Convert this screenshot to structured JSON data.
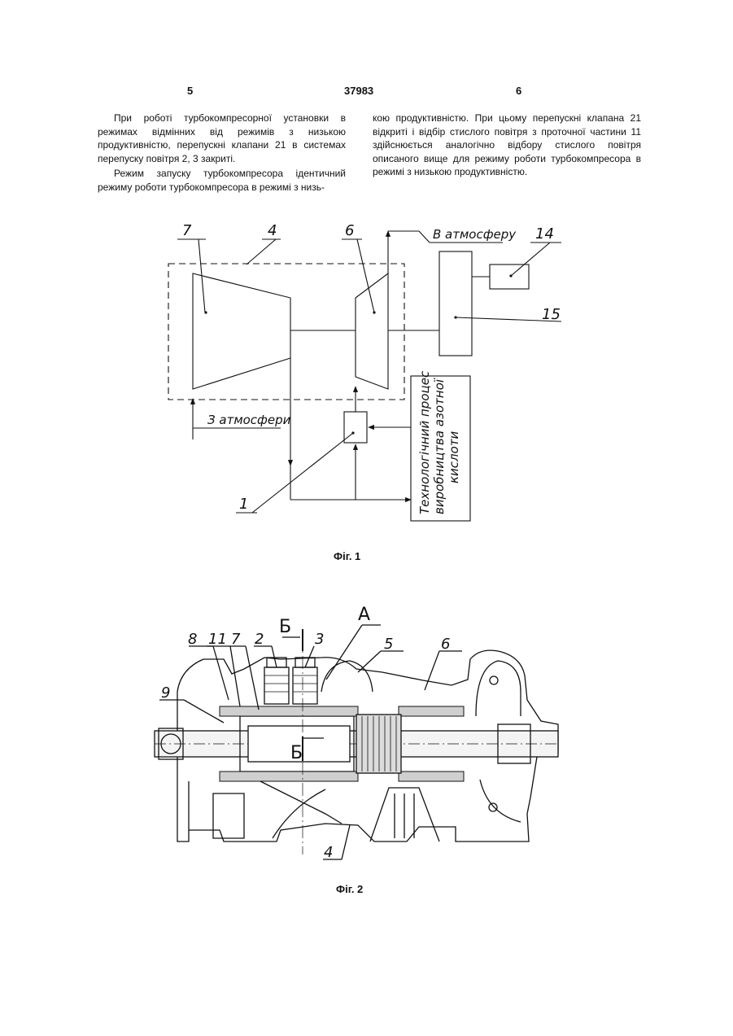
{
  "header": {
    "page_left": "5",
    "doc_number": "37983",
    "page_right": "6"
  },
  "text": {
    "left_p1": "При роботі турбокомпресорної установки в режимах відмінних від режимів з низькою продуктивністю, перепускні клапани 21 в системах перепуску повітря 2, 3 закриті.",
    "left_p2": "Режим запуску турбокомпресора ідентичний режиму роботи турбокомпресора в режимі з низь-",
    "right_p1": "кою продуктивністю. При цьому перепускні клапана 21 відкриті і відбір стислого повітря з проточної частини 11 здійснюється аналогічно відбору стислого повітря описаного вище для режиму роботи турбокомпресора в режимі з низькою продуктивністю."
  },
  "fig1": {
    "caption": "Фіг. 1",
    "labels": {
      "l7": "7",
      "l4": "4",
      "l6": "6",
      "l14": "14",
      "l15": "15",
      "l1": "1",
      "to_atm": "В атмосферу",
      "from_atm": "З атмосфери",
      "process_line1": "Технологічний процес",
      "process_line2": "виробництва азотної",
      "process_line3": "кислоти"
    }
  },
  "fig2": {
    "caption": "Фіг. 2",
    "labels": {
      "l8": "8",
      "l11": "11",
      "l7": "7",
      "l2": "2",
      "l3": "3",
      "l5": "5",
      "l6": "6",
      "l9": "9",
      "l4": "4",
      "sectA": "А",
      "sectB_top": "Б",
      "sectB_mid": "Б"
    }
  }
}
